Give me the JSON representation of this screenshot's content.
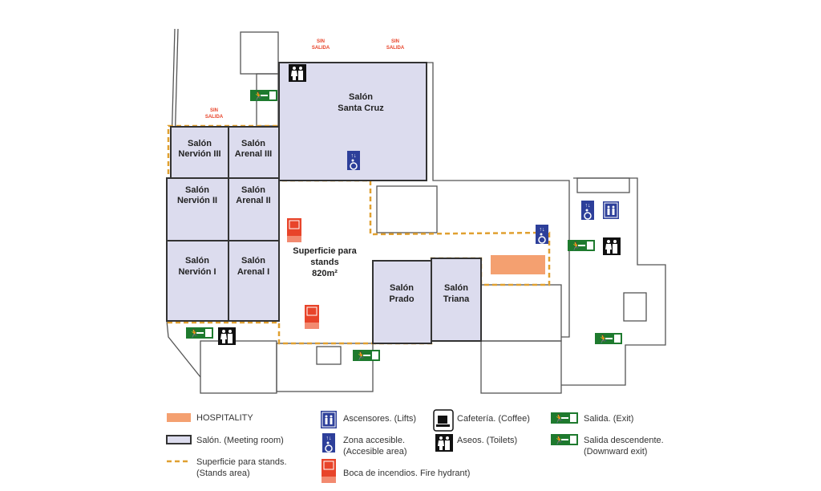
{
  "rooms": {
    "santa_cruz": [
      "Salón",
      "Santa Cruz"
    ],
    "nervion_3": [
      "Salón",
      "Nervión III"
    ],
    "arenal_3": [
      "Salón",
      "Arenal III"
    ],
    "nervion_2": [
      "Salón",
      "Nervión II"
    ],
    "arenal_2": [
      "Salón",
      "Arenal II"
    ],
    "nervion_1": [
      "Salón",
      "Nervión I"
    ],
    "arenal_1": [
      "Salón",
      "Arenal I"
    ],
    "prado": [
      "Salón",
      "Prado"
    ],
    "triana": [
      "Salón",
      "Triana"
    ]
  },
  "stands_area": [
    "Superficie para",
    "stands",
    "820m²"
  ],
  "sin_salida": [
    "SIN",
    "SALIDA"
  ],
  "legend": {
    "hospitality": "HOSPITALITY",
    "salon": "Salón. (Meeting room)",
    "stands": [
      "Superficie para stands.",
      "(Stands area)"
    ],
    "lifts": "Ascensores. (Lifts)",
    "accessible": [
      "Zona accesible.",
      "(Accesible area)"
    ],
    "hydrant": "Boca de incendios. Fire hydrant)",
    "cafeteria": "Cafetería. (Coffee)",
    "toilets": "Aseos. (Toilets)",
    "exit": "Salida. (Exit)",
    "down_exit": [
      "Salida descendente.",
      "(Downward exit)"
    ]
  },
  "colors": {
    "room": "#dcdcee",
    "hospitality": "#f4a070",
    "stands": "#e0a030",
    "exit": "#1e7a2e",
    "access": "#2d3f9a",
    "hydrant": "#e8442a"
  }
}
